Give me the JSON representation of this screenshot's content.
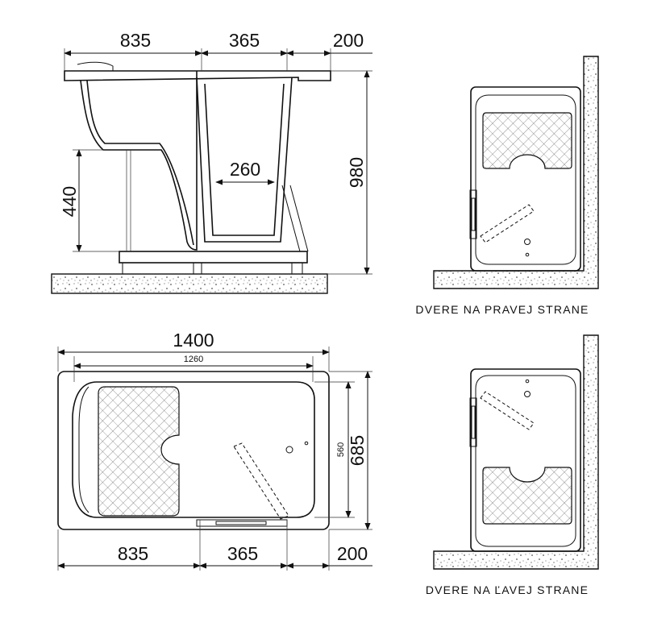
{
  "side_view": {
    "dims_top": [
      "835",
      "365",
      "200"
    ],
    "inner_width": "260",
    "seat_height": "440",
    "total_height": "980"
  },
  "plan_view": {
    "total_length": "1400",
    "inner_length": "1260",
    "dims_bottom": [
      "835",
      "365",
      "200"
    ],
    "inner_width": "560",
    "total_width": "685"
  },
  "captions": {
    "right_door": "DVERE NA PRAVEJ STRANE",
    "left_door": "DVERE NA ĽAVEJ STRANE"
  },
  "colors": {
    "line": "#111111",
    "floor_speckle": "#555555",
    "background": "#ffffff"
  }
}
